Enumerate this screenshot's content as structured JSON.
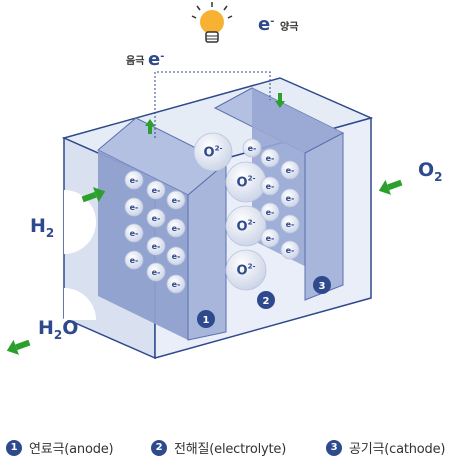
{
  "labels": {
    "anode_terminal": "음극",
    "cathode_terminal": "양극",
    "electron": "e",
    "electron_charge": "-",
    "hydrogen": "H",
    "hydrogen_sub": "2",
    "water": "H",
    "water_sub": "2",
    "water_o": "O",
    "oxygen": "O",
    "oxygen_sub": "2",
    "oxide_ion": "O",
    "oxide_charge": "2-",
    "small_electron": "e-"
  },
  "markers": [
    "1",
    "2",
    "3"
  ],
  "legend": [
    {
      "num": "1",
      "text": "연료극(anode)"
    },
    {
      "num": "2",
      "text": "전해질(electrolyte)"
    },
    {
      "num": "3",
      "text": "공기극(cathode)"
    }
  ],
  "icons": {
    "bulb": "light-bulb-icon",
    "arrows": "green-arrow-icon"
  },
  "colors": {
    "box_fill": "#dfe6f4",
    "anode_fill": "#8f9fce",
    "cathode_fill": "#97a7d3",
    "electrolyte_fill": "#e9eef8",
    "arrow_green": "#2ca02c",
    "text_navy": "#2f4a8c",
    "bulb_yellow": "#f7b233"
  }
}
